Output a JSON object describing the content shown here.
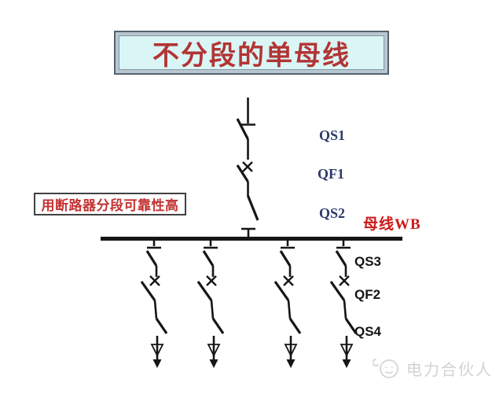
{
  "title_banner": {
    "text": "不分段的单母线",
    "text_color": "#b23434",
    "fill_color": "#daf5f5",
    "frame_color": "#b9c7d2"
  },
  "annotation": {
    "text": "用断路器分段可靠性高",
    "text_color": "#c43232",
    "border_color": "#414141"
  },
  "schematic": {
    "incoming_device_labels": [
      {
        "text": "QS1"
      },
      {
        "text": "QF1"
      },
      {
        "text": "QS2"
      }
    ],
    "busbar_label": {
      "text": "母线WB",
      "color": "#cc1818"
    },
    "outgoing_device_labels": [
      {
        "text": "QS3"
      },
      {
        "text": "QF2"
      },
      {
        "text": "QS4"
      }
    ],
    "incoming_label_color": "#2b3a6b",
    "outgoing_label_color": "#141414",
    "line_color": "#161616",
    "outgoing_feeder_count": 4
  },
  "watermark": {
    "logo_icon": "smiley-face-logo",
    "text": "电力合伙人",
    "color": "#d2d2d2"
  }
}
